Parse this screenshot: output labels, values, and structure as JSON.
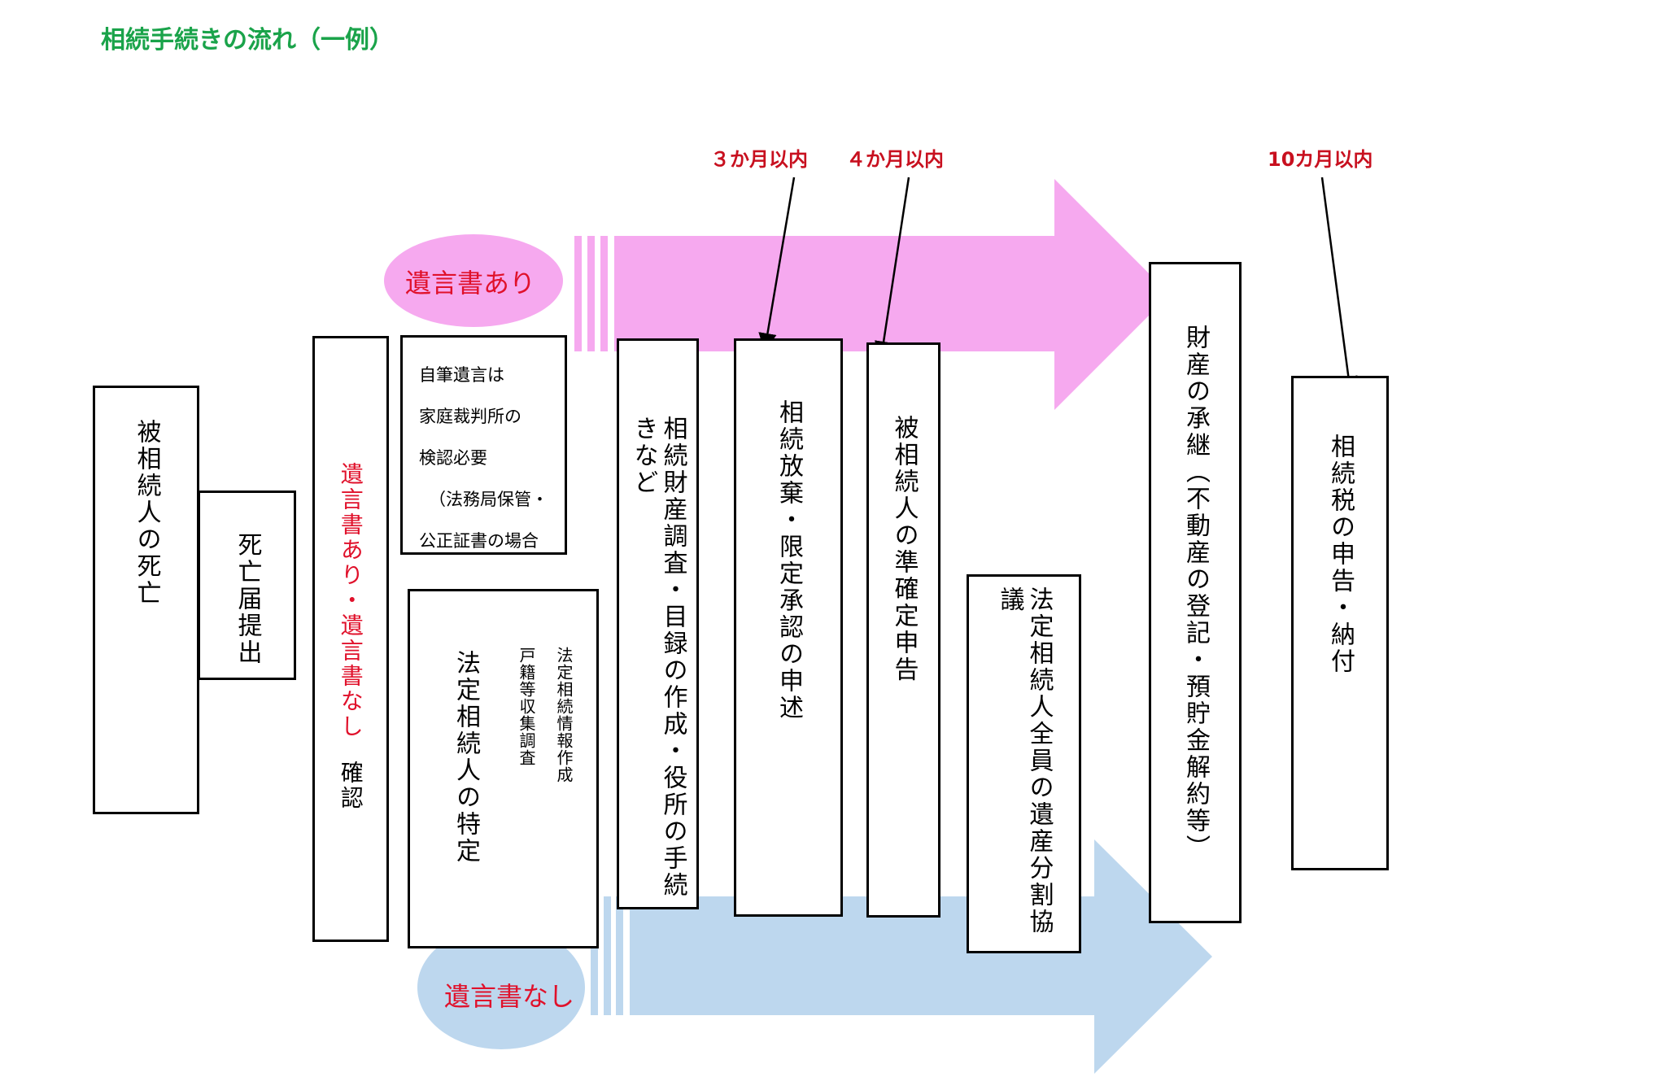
{
  "title": "相続手続きの流れ（一例）",
  "colors": {
    "title_green": "#1aa34a",
    "deadline_red": "#c8101f",
    "pink_arrow": "#f6a9ef",
    "blue_arrow": "#bdd7ee",
    "text_red": "#e0112b"
  },
  "labels": {
    "will_yes": "遺言書あり",
    "will_no": "遺言書なし"
  },
  "deadlines": {
    "d3": "３か月以内",
    "d4": "４か月以内",
    "d10": "10カ月以内"
  },
  "boxes": {
    "death": "被相続人の死亡",
    "notice": "死亡届提出",
    "confirm_red": "遺言書あり・遺言書なし",
    "confirm_black": "確認",
    "note_lines": [
      "自筆遺言は",
      "家庭裁判所の",
      "検認必要",
      "（法務局保管・",
      "公正証書の場合"
    ],
    "heir_id_main": "法定相続人の特定",
    "heir_id_sub1": "戸籍等収集調査",
    "heir_id_sub2": "法定相続情報作成",
    "survey": "相続財産調査・目録の作成・役所の手続きなど",
    "renounce": "相続放棄・限定承認の申述",
    "quasi_tax": "被相続人の準確定申告",
    "division": "法定相続人全員の遺産分割協議",
    "succession": "財産の承継（不動産の登記・預貯金解約等）",
    "tax": "相続税の申告・納付"
  }
}
